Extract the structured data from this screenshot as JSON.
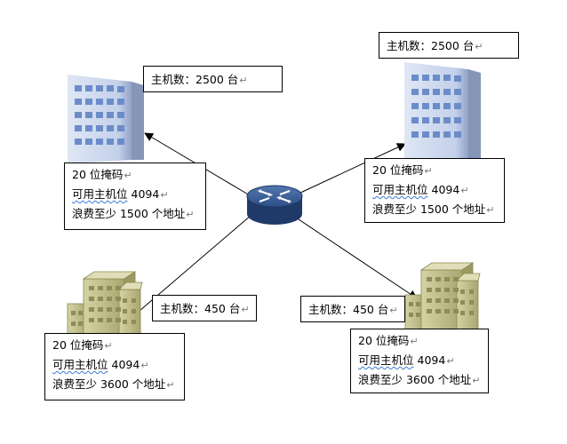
{
  "return_mark": "↵",
  "nodes": [
    {
      "id": "top-left",
      "host_label": "主机数：2500 台",
      "mask_label": "20 位掩码",
      "usable_prefix": "可用主机位",
      "usable_value": "4094",
      "waste_label": "浪费至少 1500 个地址"
    },
    {
      "id": "top-right",
      "host_label": "主机数：2500 台",
      "mask_label": "20 位掩码",
      "usable_prefix": "可用主机位",
      "usable_value": "4094",
      "waste_label": "浪费至少 1500 个地址"
    },
    {
      "id": "bottom-left",
      "host_label": "主机数：450 台",
      "mask_label": "20 位掩码",
      "usable_prefix": "可用主机位",
      "usable_value": "4094",
      "waste_label": "浪费至少 3600 个地址"
    },
    {
      "id": "bottom-right",
      "host_label": "主机数：450 台",
      "mask_label": "20 位掩码",
      "usable_prefix": "可用主机位",
      "usable_value": "4094",
      "waste_label": "浪费至少 3600 个地址"
    }
  ],
  "colors": {
    "office_building": "#c9d6ec",
    "office_window": "#6b8cc9",
    "apartment_building": "#c4c190",
    "apartment_window": "#8f8c58",
    "router": "#2b4a7c",
    "link": "#000000"
  },
  "icons": [
    "router-icon",
    "office-building-icon",
    "apartment-building-icon"
  ]
}
